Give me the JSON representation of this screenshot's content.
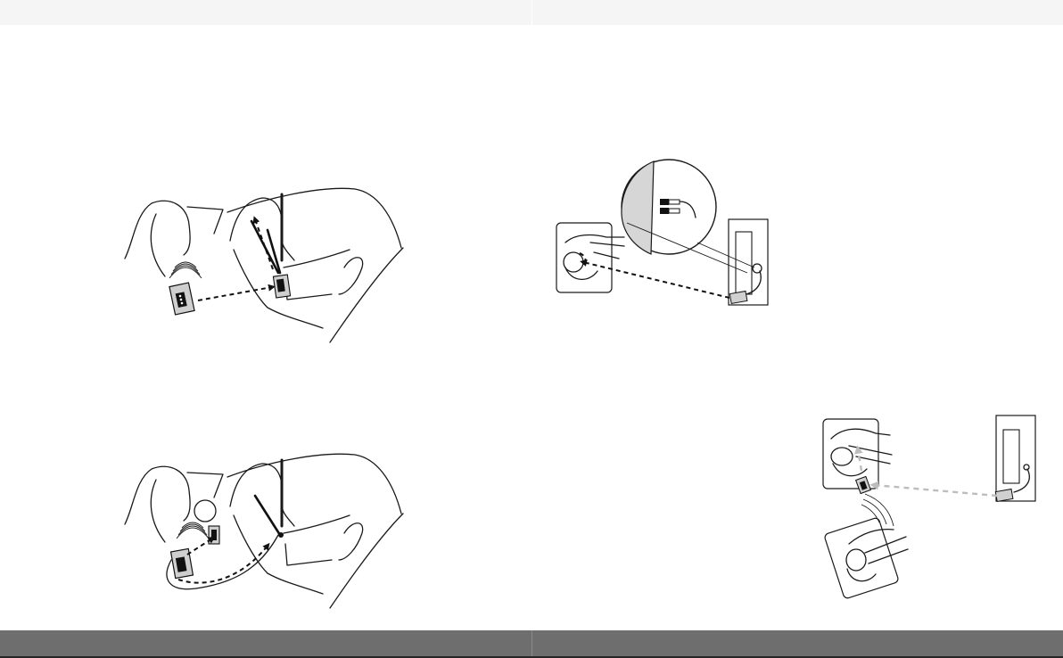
{
  "page": {
    "left_page": "left",
    "right_page": "right"
  },
  "figures": [
    {
      "id": "car-rider-audio",
      "icons": [
        "person-icon",
        "sound-waves-icon",
        "radio-unit-icon",
        "headset-unit-icon",
        "steering-wheel-icon"
      ]
    },
    {
      "id": "car-passenger-intercom",
      "icons": [
        "person-icon",
        "sound-waves-icon",
        "radio-unit-icon",
        "headset-unit-icon",
        "steering-wheel-icon"
      ]
    },
    {
      "id": "cable-connection-detail",
      "icons": [
        "magnifier-icon",
        "plug-connector-icon",
        "person-topview-icon",
        "device-icon"
      ]
    },
    {
      "id": "bike-to-bike-wireless",
      "icons": [
        "person-topview-icon",
        "sound-waves-icon",
        "device-icon"
      ]
    }
  ],
  "colors": {
    "header_band": "#f5f5f5",
    "footer_band": "#6e6e6e",
    "footer_base": "#262626",
    "line_art": "#1a1a1a",
    "signal_gray": "#bdbdbd"
  }
}
